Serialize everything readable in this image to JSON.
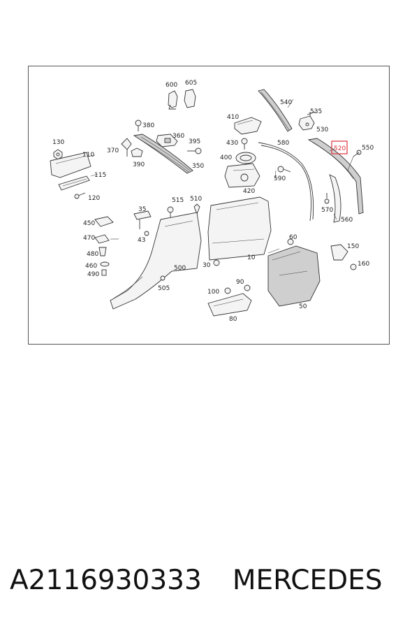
{
  "diagram": {
    "labels": {
      "l600": "600",
      "l605": "605",
      "l540": "540",
      "l535": "535",
      "l530": "530",
      "l410": "410",
      "l380": "380",
      "l360": "360",
      "l395": "395",
      "l370": "370",
      "l130": "130",
      "l110": "110",
      "l115": "115",
      "l120": "120",
      "l390": "390",
      "l350": "350",
      "l430": "430",
      "l400": "400",
      "l580": "580",
      "l590": "590",
      "l420": "420",
      "l520": "520",
      "l550": "550",
      "l570": "570",
      "l560": "560",
      "l515": "515",
      "l510": "510",
      "l35": "35",
      "l43": "43",
      "l450": "450",
      "l470": "470",
      "l480": "480",
      "l460": "460",
      "l490": "490",
      "l10": "10",
      "l60": "60",
      "l150": "150",
      "l160": "160",
      "l500": "500",
      "l30": "30",
      "l505": "505",
      "l90": "90",
      "l100": "100",
      "l80": "80",
      "l50": "50"
    },
    "highlight_color": "#e0323c"
  },
  "footer": {
    "part_number": "A2116930333",
    "brand": "MERCEDES"
  }
}
